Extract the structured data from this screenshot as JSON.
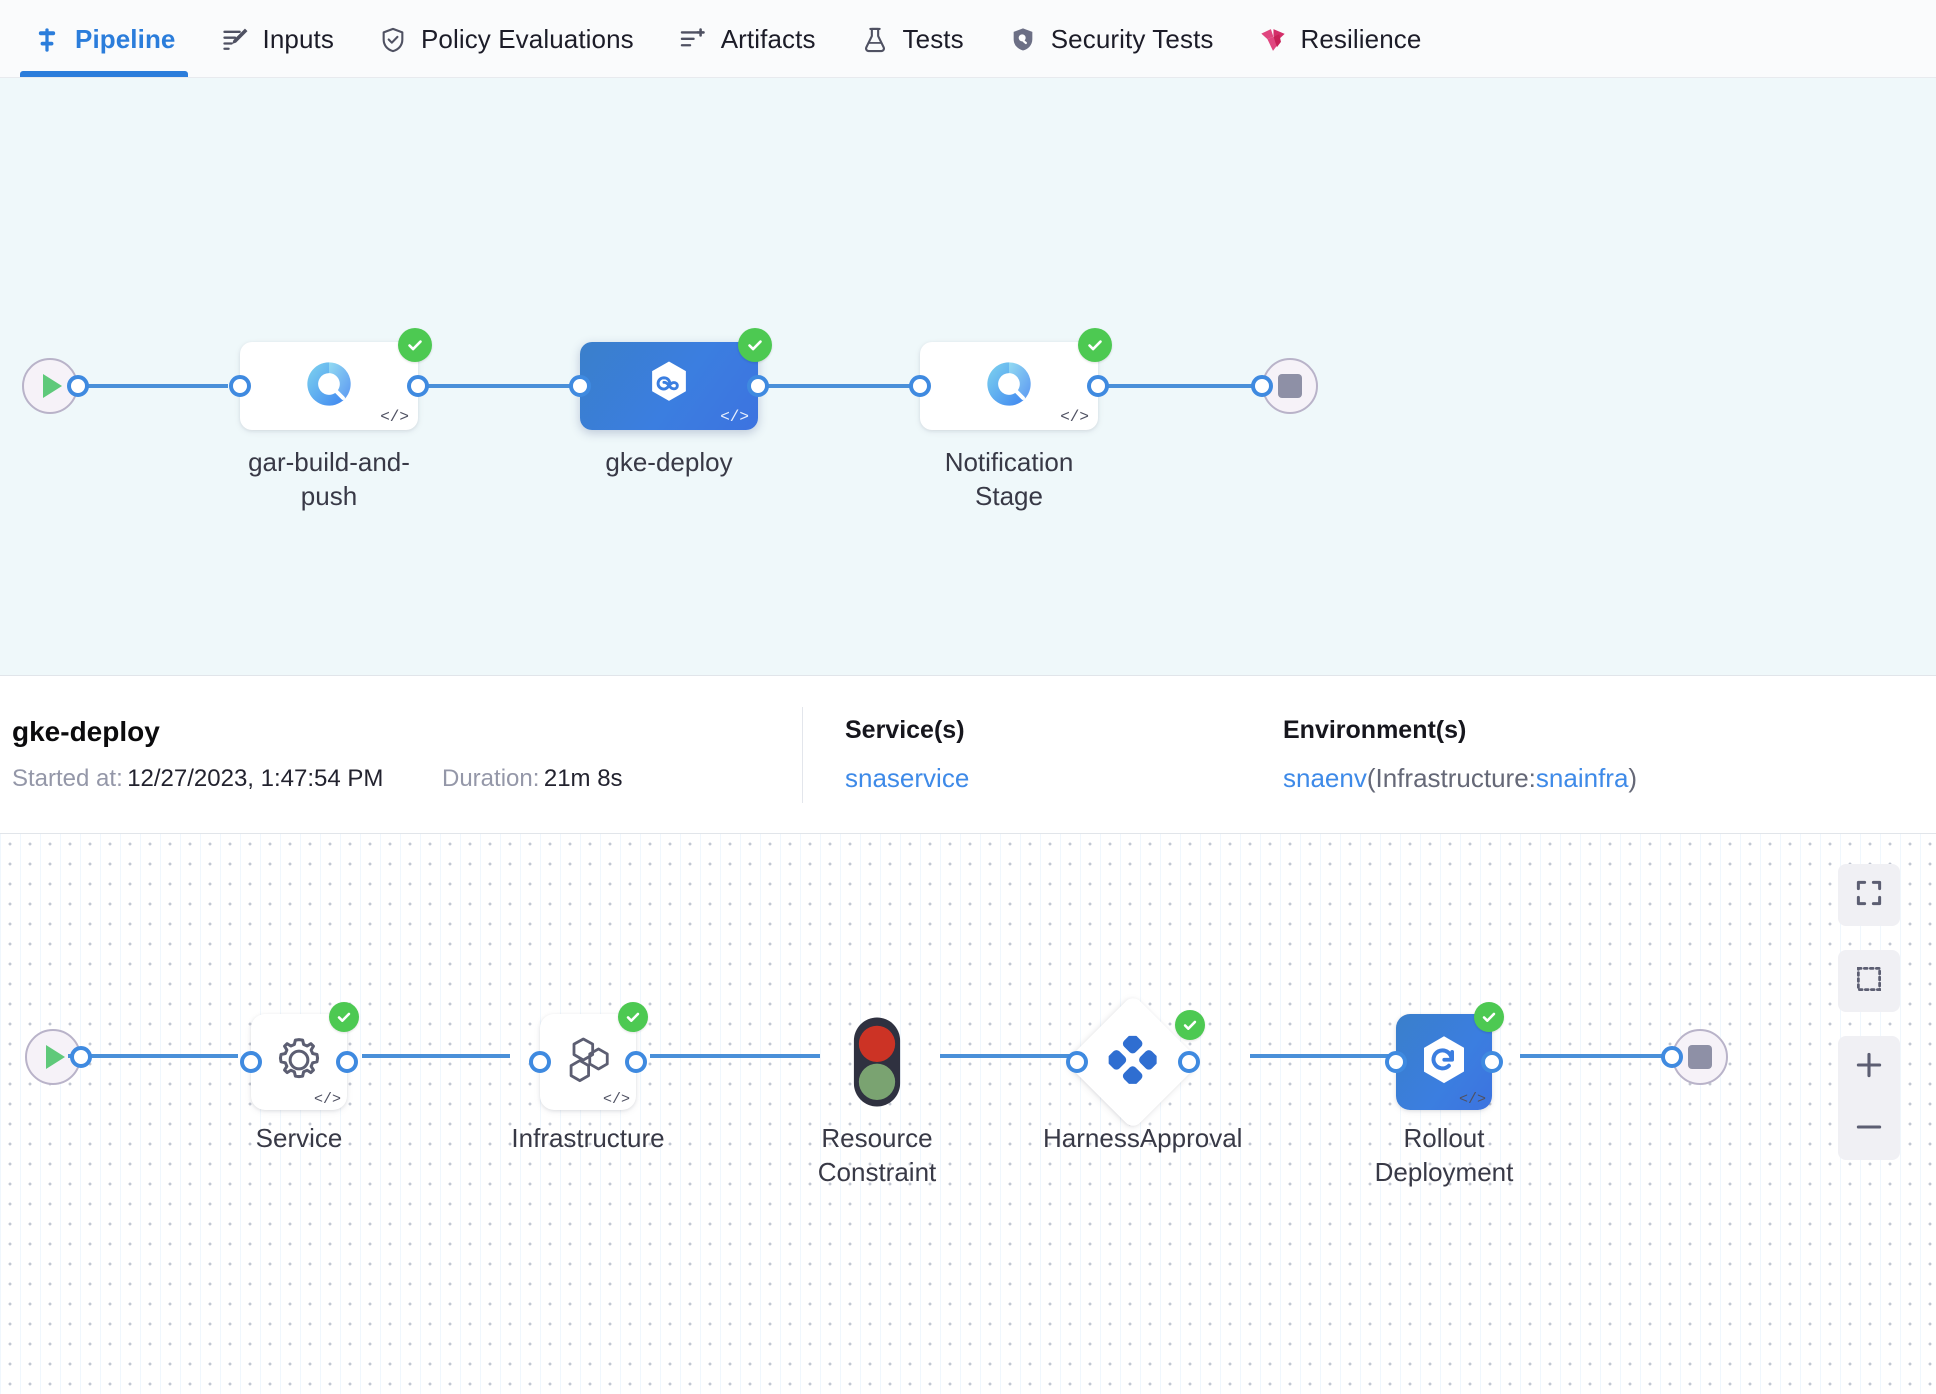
{
  "tabs": [
    {
      "label": "Pipeline",
      "icon": "pipeline-icon",
      "active": true
    },
    {
      "label": "Inputs",
      "icon": "inputs-icon",
      "active": false
    },
    {
      "label": "Policy Evaluations",
      "icon": "policy-shield-icon",
      "active": false
    },
    {
      "label": "Artifacts",
      "icon": "artifacts-icon",
      "active": false
    },
    {
      "label": "Tests",
      "icon": "flask-icon",
      "active": false
    },
    {
      "label": "Security Tests",
      "icon": "security-shield-icon",
      "active": false
    },
    {
      "label": "Resilience",
      "icon": "resilience-icon",
      "active": false
    }
  ],
  "pipeline": {
    "start_icon": "play-icon",
    "end_icon": "stop-icon",
    "stages": [
      {
        "label": "gar-build-and-push",
        "icon": "build-stage-icon",
        "status": "success",
        "selected": false,
        "code_badge": "</>"
      },
      {
        "label": "gke-deploy",
        "icon": "deploy-stage-icon",
        "status": "success",
        "selected": true,
        "code_badge": "</>"
      },
      {
        "label": "Notification Stage",
        "icon": "build-stage-icon",
        "status": "success",
        "selected": false,
        "code_badge": "</>"
      }
    ]
  },
  "details": {
    "title": "gke-deploy",
    "started_label": "Started at:",
    "started_value": "12/27/2023, 1:47:54 PM",
    "duration_label": "Duration:",
    "duration_value": "21m 8s",
    "service_head": "Service(s)",
    "service_value": "snaservice",
    "environment_head": "Environment(s)",
    "environment_name": "snaenv",
    "environment_infra_prefix": "(Infrastructure:",
    "environment_infra_name": "snainfra",
    "environment_infra_suffix": ")"
  },
  "execution": {
    "start_icon": "play-icon",
    "end_icon": "stop-icon",
    "steps": [
      {
        "label": "Service",
        "icon": "gear-icon",
        "shape": "card",
        "status": "success",
        "code_badge": "</>"
      },
      {
        "label": "Infrastructure",
        "icon": "hexagons-icon",
        "shape": "card",
        "status": "success",
        "code_badge": "</>"
      },
      {
        "label": "Resource Constraint",
        "icon": "traffic-light-icon",
        "shape": "bare",
        "status": "none",
        "code_badge": ""
      },
      {
        "label": "HarnessApproval",
        "icon": "approval-diamond-icon",
        "shape": "diamond",
        "status": "success",
        "code_badge": ""
      },
      {
        "label": "Rollout Deployment",
        "icon": "rollout-icon",
        "shape": "card-blue",
        "status": "success",
        "code_badge": "</>"
      }
    ],
    "zoom_controls": [
      {
        "name": "fit-to-screen-button",
        "icon": "expand-icon"
      },
      {
        "name": "selection-box-button",
        "icon": "dashed-square-icon"
      },
      {
        "name": "zoom-in-button",
        "icon": "plus-icon"
      },
      {
        "name": "zoom-out-button",
        "icon": "minus-icon"
      }
    ]
  },
  "colors": {
    "accent_blue": "#2b7ddb",
    "edge_blue": "#4a90d9",
    "success_green": "#4dc952",
    "canvas_top_bg": "#eff8fa",
    "resilience_pink": "#e0467f"
  }
}
